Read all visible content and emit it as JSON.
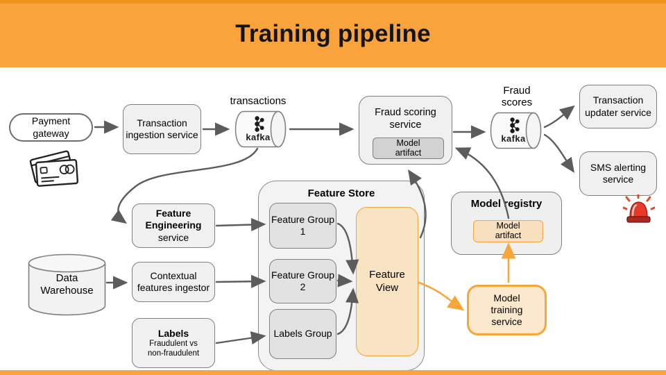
{
  "header": {
    "title": "Training pipeline"
  },
  "colors": {
    "banner": "#F8A33C",
    "box_fill": "#F0F0F0",
    "box_border": "#7F7F7F",
    "artifact_gray": "#D2D2D2",
    "feature_view_fill": "#F8E3C3",
    "accent_orange": "#F2A43D",
    "training_border": "#F6A63B",
    "arrow_gray": "#5C5C5C"
  },
  "nodes": {
    "payment_gateway": {
      "label": "Payment gateway"
    },
    "transaction_ingestion": {
      "label": "Transaction ingestion service"
    },
    "transactions_topic": {
      "title": "transactions",
      "brand": "kafka"
    },
    "fraud_scoring": {
      "label": "Fraud scoring service",
      "artifact": "Model artifact"
    },
    "fraud_scores_topic": {
      "title": "Fraud scores",
      "brand": "kafka"
    },
    "transaction_updater": {
      "label": "Transaction updater service"
    },
    "sms_alerting": {
      "label": "SMS alerting service"
    },
    "feature_engineering": {
      "label_bold": "Feature Engineering",
      "label_rest": "service"
    },
    "data_warehouse": {
      "label": "Data Warehouse"
    },
    "contextual_ingestor": {
      "label": "Contextual features ingestor"
    },
    "labels_source": {
      "title": "Labels",
      "subtitle": "Fraudulent vs non-fraudulent"
    },
    "feature_store": {
      "title": "Feature Store",
      "groups": [
        "Feature Group 1",
        "Feature Group 2",
        "Labels Group"
      ],
      "feature_view": "Feature View"
    },
    "model_registry": {
      "title": "Model registry",
      "artifact": "Model artifact"
    },
    "model_training": {
      "label": "Model training service"
    }
  }
}
